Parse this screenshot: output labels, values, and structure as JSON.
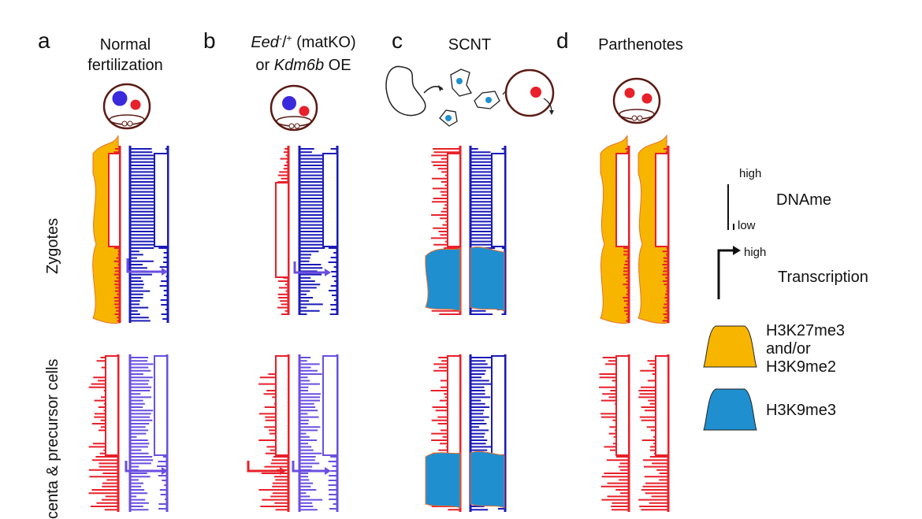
{
  "panels": [
    {
      "letter": "a",
      "title_line1": "Normal",
      "title_line2": "fertilization"
    },
    {
      "letter": "b",
      "title_pre": "Eed",
      "title_sup1": "-",
      "title_mid": "/",
      "title_sup2": "+",
      "title_post": " (matKO)",
      "title_line2_pre": "or ",
      "title_line2_gene": "Kdm6b",
      "title_line2_post": " OE"
    },
    {
      "letter": "c",
      "title_line1": "SCNT"
    },
    {
      "letter": "d",
      "title_line1": "Parthenotes"
    }
  ],
  "row_labels": {
    "zygotes": "Zygotes",
    "placenta": "centa & precursor cells"
  },
  "legend": {
    "dna_high": "high",
    "dna_low": "low",
    "dna_label": "DNAme",
    "tx_high": "high",
    "tx_label": "Transcription",
    "h3k27_line1": "H3K27me3",
    "h3k27_line2": "and/or",
    "h3k27_line3": "H3K9me2",
    "h3k9me3": "H3K9me3"
  },
  "colors": {
    "maternal": "#e8202a",
    "paternal": "#1a1ab8",
    "paternal_light": "#6a4fe0",
    "h3k27": "#f7b500",
    "h3k9me3": "#1f8fd0",
    "cell_outline": "#5a1a14"
  }
}
